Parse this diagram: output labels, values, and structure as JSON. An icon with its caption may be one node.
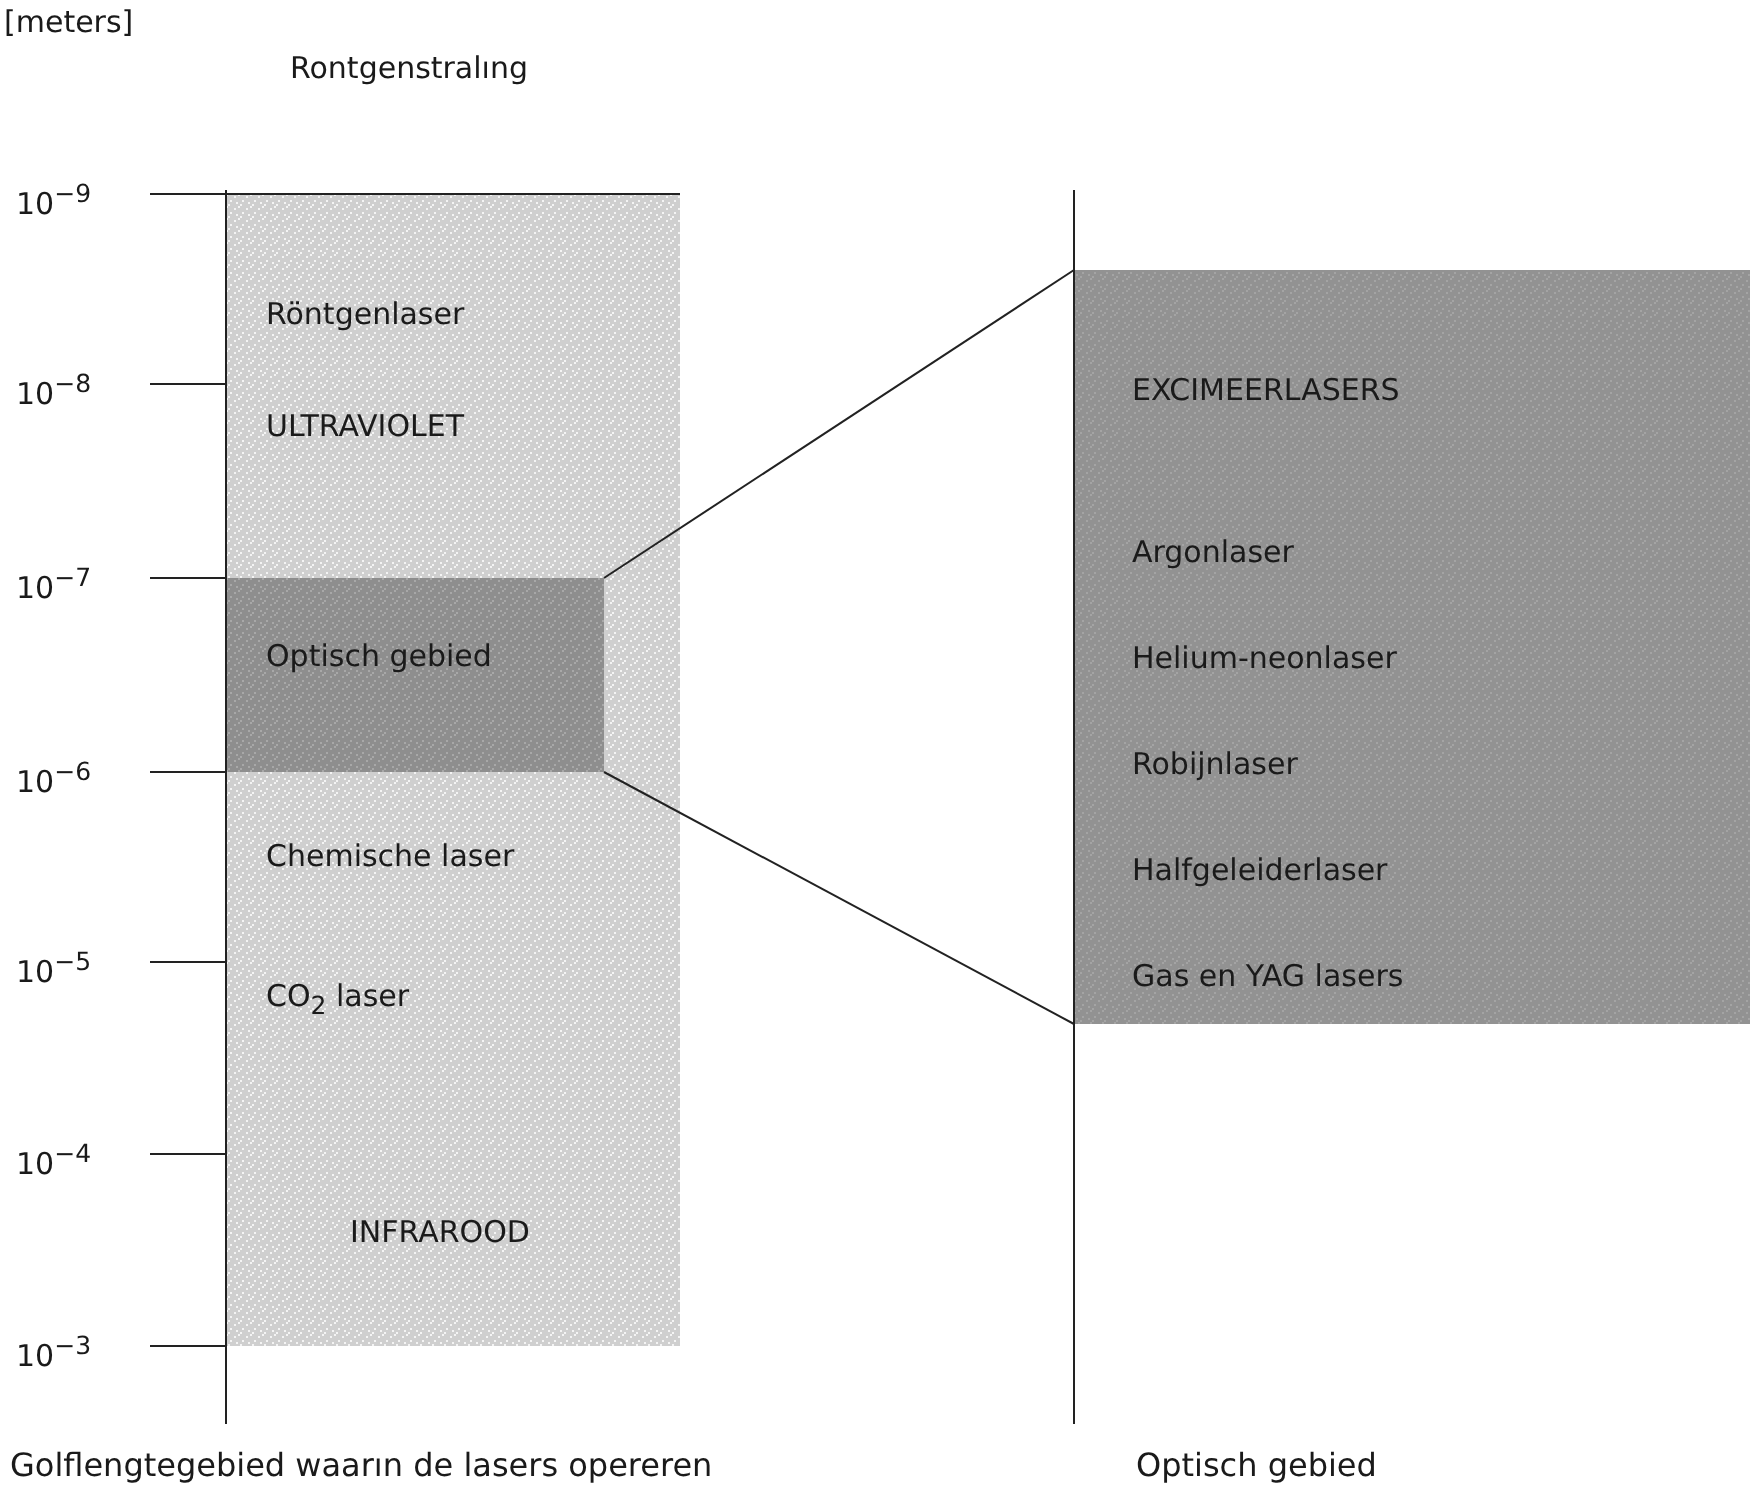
{
  "diagram": {
    "nodes": [
      {
        "text": [
          "Röntgenlaser",
          "ULTRAVIOLET",
          "Chemische laser",
          "CO$_{2}$ laser",
          "INFRAROOD"
        ]
      },
      {
        "text": [
          "Optisch gebied"
        ],
        "in": 0
      },
      {
        "text": [
          "EXCIMEERLASERS",
          "Argonlaser",
          "Helium-neonlaser",
          "Robijnlaser",
          "Halfgeleiderlaser",
          "Gas en YAG lasers"
        ]
      }
    ],
    "edges": [
      {
        "from": 1,
        "to": 2,
        "arrow": "none"
      },
      {
        "from": 1,
        "to": 2,
        "arrow": "none"
      }
    ],
    "labels": [
      "[meters]",
      "Rontgenstralıng",
      "10$^{−9}$",
      "10$^{−8}$",
      "10$^{−7}$",
      "10$^{−6}$",
      "10$^{−5}$",
      "10$^{−4}$",
      "10$^{−3}$",
      "Golflengtegebied waarın de lasers opereren",
      "Optisch gebied"
    ]
  }
}
